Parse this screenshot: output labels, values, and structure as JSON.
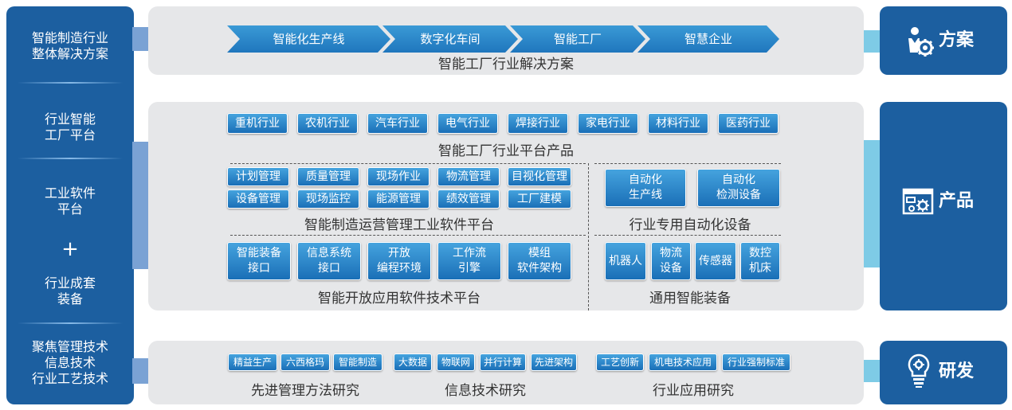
{
  "left": {
    "item1": "智能制造行业\n整体解决方案",
    "item2": "行业智能\n工厂平台",
    "item3a": "工业软件\n平台",
    "plus": "+",
    "item3b": "行业成套\n装备",
    "item4": "聚焦管理技术\n信息技术\n行业工艺技术"
  },
  "solution": {
    "chevrons": [
      "智能化生产线",
      "数字化车间",
      "智能工厂",
      "智慧企业"
    ],
    "title": "智能工厂行业解决方案"
  },
  "product": {
    "industries": [
      "重机行业",
      "农机行业",
      "汽车行业",
      "电气行业",
      "焊接行业",
      "家电行业",
      "材料行业",
      "医药行业"
    ],
    "industry_title": "智能工厂行业平台产品",
    "ops_row1": [
      "计划管理",
      "质量管理",
      "现场作业",
      "物流管理",
      "目视化管理"
    ],
    "ops_row2": [
      "设备管理",
      "现场监控",
      "能源管理",
      "绩效管理",
      "工厂建模"
    ],
    "ops_title": "智能制造运营管理工业软件平台",
    "auto_items": [
      "自动化\n生产线",
      "自动化\n检测设备"
    ],
    "auto_title": "行业专用自动化设备",
    "open_items": [
      "智能装备\n接口",
      "信息系统\n接口",
      "开放\n编程环境",
      "工作流\n引擎",
      "模组\n软件架构"
    ],
    "open_title": "智能开放应用软件技术平台",
    "general_items": [
      "机器人",
      "物流\n设备",
      "传感器",
      "数控\n机床"
    ],
    "general_title": "通用智能装备"
  },
  "research": {
    "mgmt_items": [
      "精益生产",
      "六西格玛",
      "智能制造"
    ],
    "mgmt_title": "先进管理方法研究",
    "it_items": [
      "大数据",
      "物联网",
      "并行计算",
      "先进架构"
    ],
    "it_title": "信息技术研究",
    "app_items": [
      "工艺创新",
      "机电技术应用",
      "行业强制标准"
    ],
    "app_title": "行业应用研究"
  },
  "right": {
    "solution_label": "方案",
    "product_label": "产品",
    "research_label": "研发",
    "solution_icon": "person-gear-icon",
    "product_icon": "window-gear-icon",
    "research_icon": "lightbulb-gear-icon"
  },
  "colors": {
    "dark_blue": "#1c5fa0",
    "tag_blue": "#2a86cc",
    "panel_gray": "#e6e7e9",
    "connector_light": "#7ecbe6"
  }
}
